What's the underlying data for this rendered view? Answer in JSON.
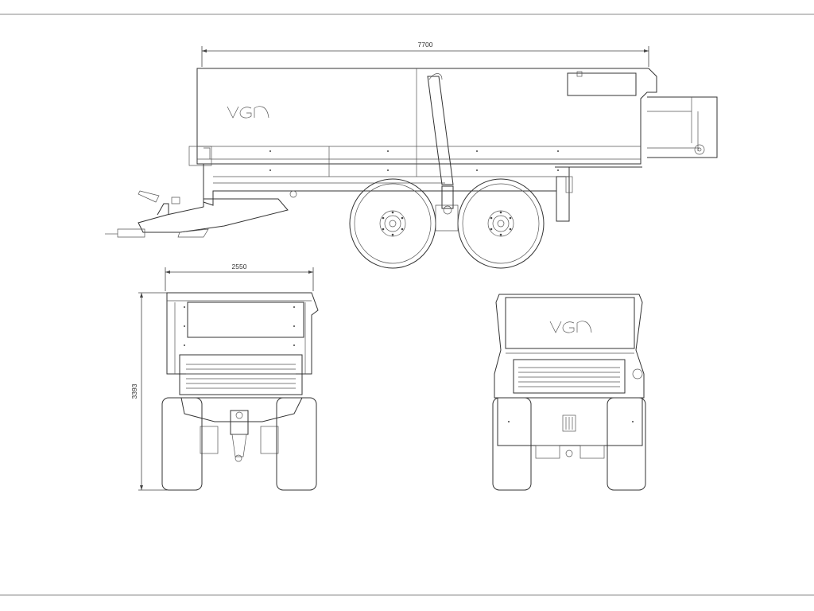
{
  "dimensions": {
    "overall_length": "7700",
    "overall_width": "2550",
    "overall_height": "3393"
  },
  "logo_text": "VGN",
  "views": [
    "side-view",
    "front-view",
    "rear-view"
  ]
}
